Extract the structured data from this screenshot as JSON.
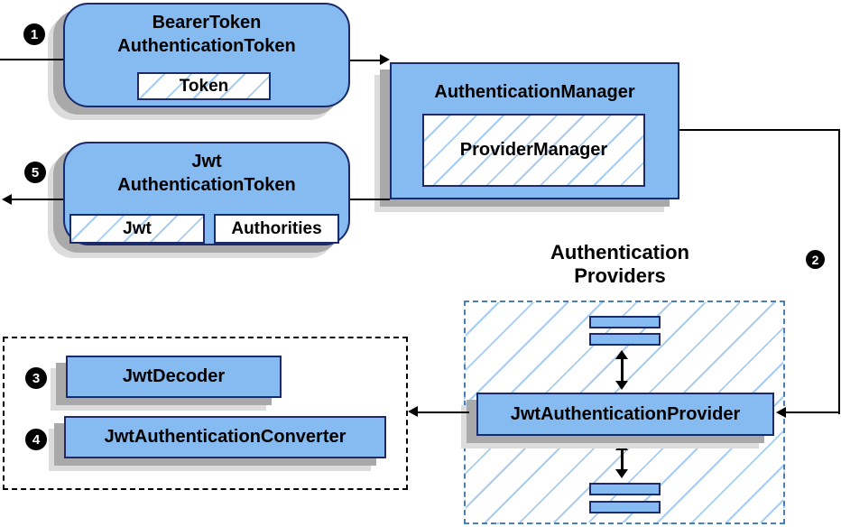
{
  "nodes": {
    "bearer_token_authentication_token": {
      "title": "BearerToken\nAuthenticationToken",
      "field_token": "Token"
    },
    "authentication_manager": {
      "title": "AuthenticationManager",
      "inner_provider_manager": "ProviderManager"
    },
    "jwt_authentication_token": {
      "title": "Jwt\nAuthenticationToken",
      "field_jwt": "Jwt",
      "field_authorities": "Authorities"
    },
    "jwt_authentication_provider": {
      "label": "JwtAuthenticationProvider"
    },
    "jwt_decoder": {
      "label": "JwtDecoder"
    },
    "jwt_authentication_converter": {
      "label": "JwtAuthenticationConverter"
    }
  },
  "labels": {
    "providers_heading": "Authentication\nProviders"
  },
  "steps": {
    "step1": "1",
    "step2": "2",
    "step3": "3",
    "step4": "4",
    "step5": "5"
  },
  "colors": {
    "node_fill": "#85BBF0",
    "node_border": "#1B2A6B",
    "hatch_line": "#A9CCF1",
    "providers_dash_border": "#4A7EBB",
    "shadow_dark": "#A9A9A9",
    "shadow_light": "#DCDCDC",
    "arrow": "#000000"
  }
}
